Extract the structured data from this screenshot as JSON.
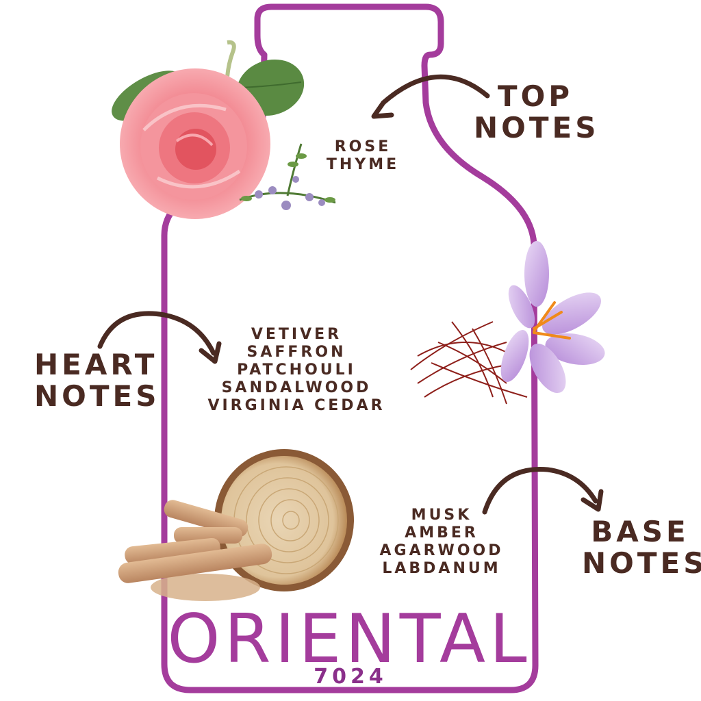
{
  "brand": {
    "name": "ORIENTAL",
    "code": "7024"
  },
  "top_notes": {
    "label": [
      "TOP",
      "NOTES"
    ],
    "ingredients": [
      "ROSE",
      "THYME"
    ],
    "image_icons": [
      "rose-icon",
      "thyme-icon"
    ]
  },
  "heart_notes": {
    "label": [
      "HEART",
      "NOTES"
    ],
    "ingredients": [
      "VETIVER",
      "SAFFRON",
      "PATCHOULI",
      "SANDALWOOD",
      "VIRGINIA CEDAR"
    ],
    "image_icons": [
      "saffron-flower-icon"
    ]
  },
  "base_notes": {
    "label": [
      "BASE",
      "NOTES"
    ],
    "ingredients": [
      "MUSK",
      "AMBER",
      "AGARWOOD",
      "LABDANUM"
    ],
    "image_icons": [
      "wood-slice-icon",
      "sandalwood-sticks-icon"
    ]
  },
  "colors": {
    "bottle_outline": "#a43c9c",
    "label_text": "#4a2a22",
    "arrow": "#4a2a22",
    "brand_text": "#a43c9c"
  }
}
